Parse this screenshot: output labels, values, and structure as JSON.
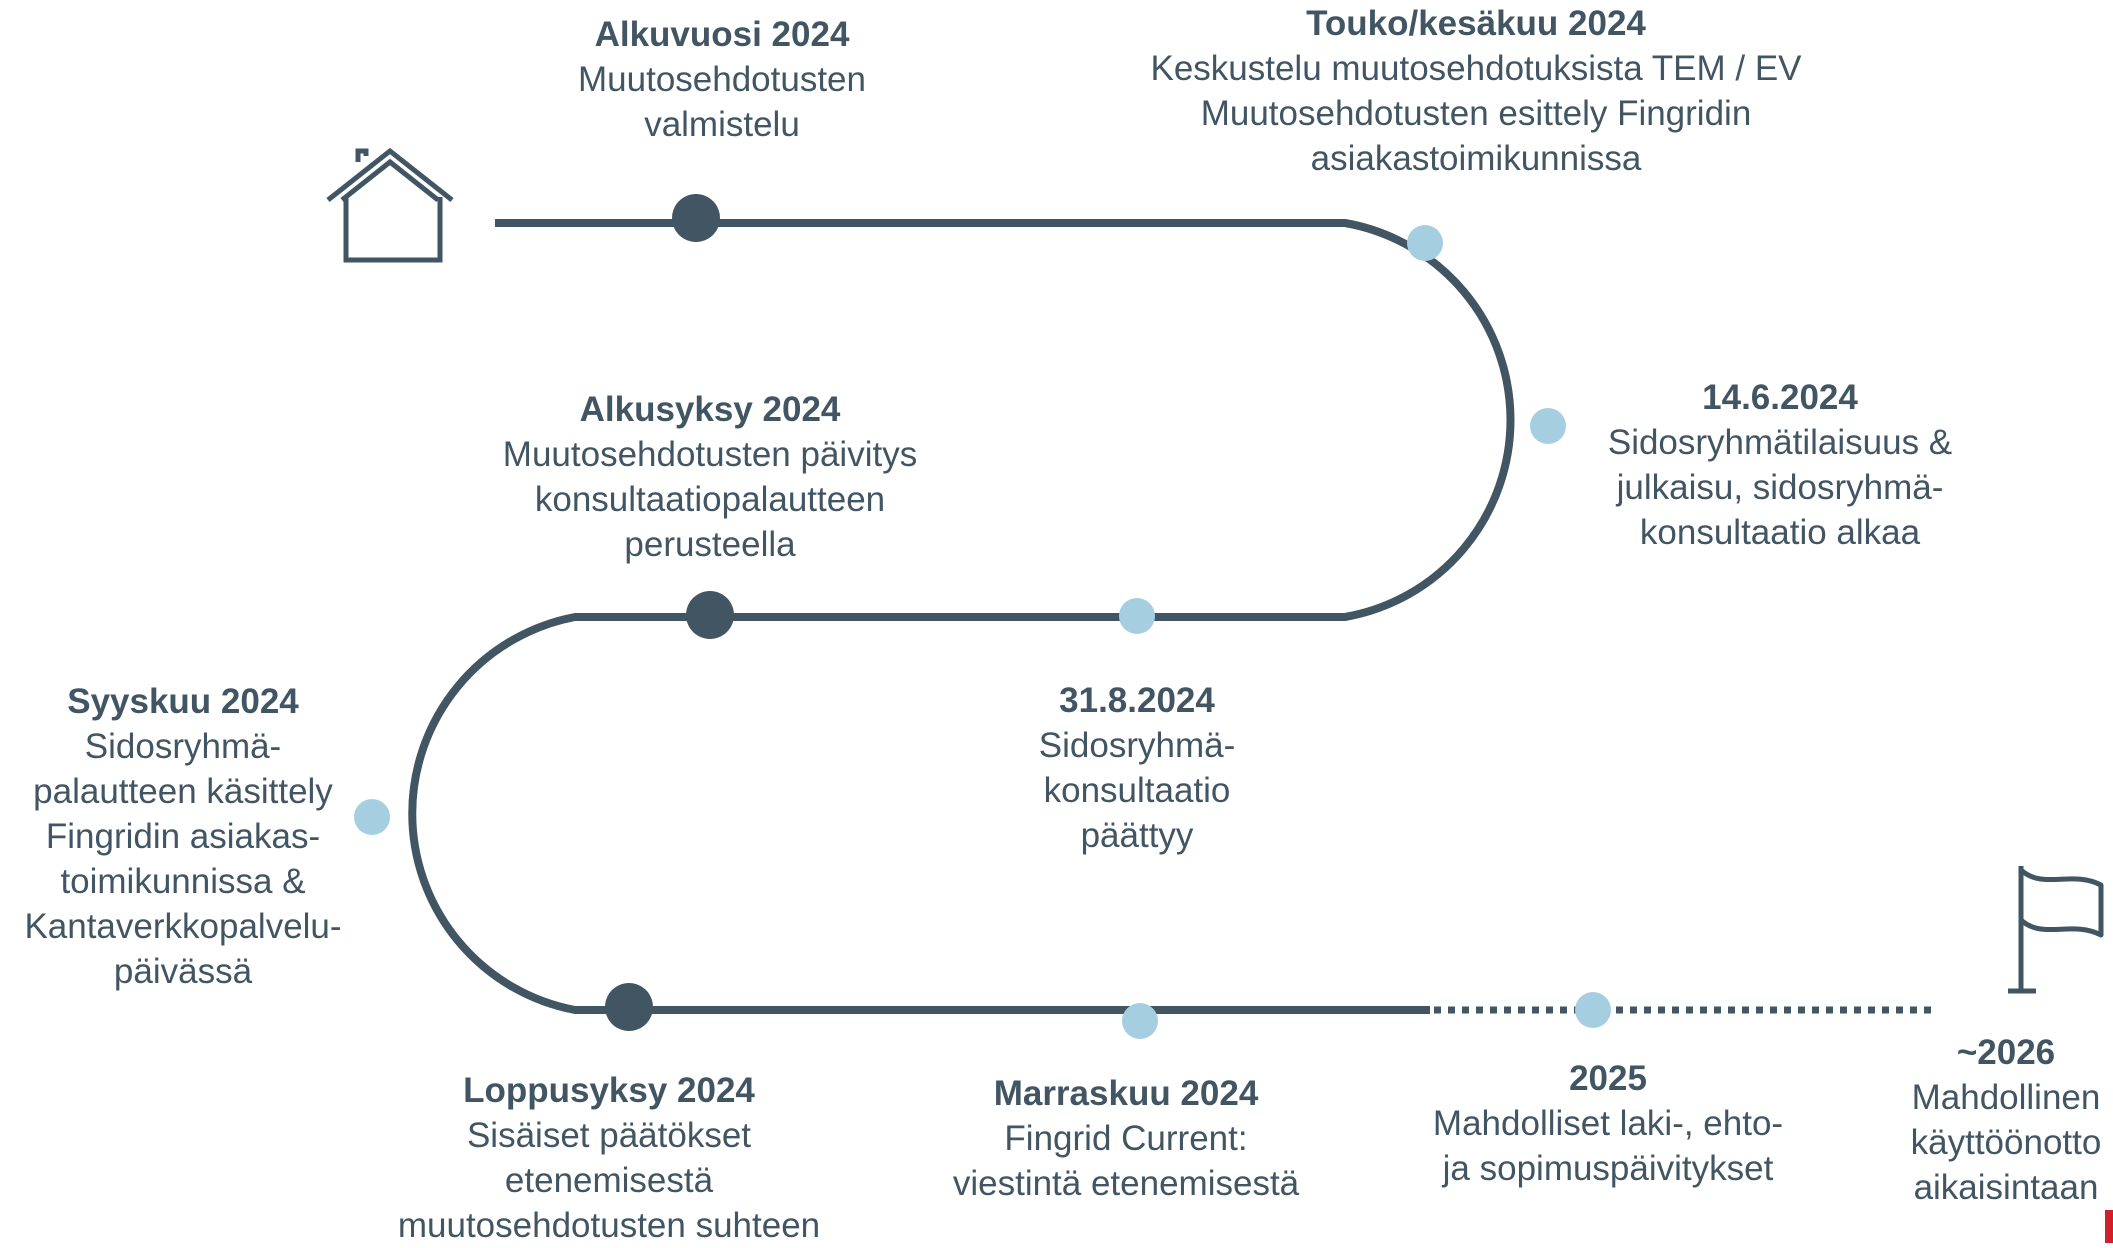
{
  "colors": {
    "road": "#425563",
    "text": "#425563",
    "major_dot": "#425563",
    "minor_dot": "#a5cfe0",
    "accent": "#d0202e"
  },
  "icons": {
    "start": "house-icon",
    "end": "flag-icon"
  },
  "milestones": [
    {
      "id": "alkuvuosi",
      "title": "Alkuvuosi 2024",
      "lines": [
        "Muutosehdotusten",
        "valmistelu"
      ]
    },
    {
      "id": "touko",
      "title": "Touko/kesäkuu 2024",
      "lines": [
        "Keskustelu muutosehdotuksista TEM / EV",
        "Muutosehdotusten esittely Fingridin",
        "asiakastoimikunnissa"
      ]
    },
    {
      "id": "kesakuu14",
      "title": "14.6.2024",
      "lines": [
        "Sidosryhmätilaisuus &",
        "julkaisu, sidosryhmä-",
        "konsultaatio alkaa"
      ]
    },
    {
      "id": "alkusyksy",
      "title": "Alkusyksy 2024",
      "lines": [
        "Muutosehdotusten päivitys",
        "konsultaatiopalautteen",
        "perusteella"
      ]
    },
    {
      "id": "elokuu31",
      "title": "31.8.2024",
      "lines": [
        "Sidosryhmä-",
        "konsultaatio",
        "päättyy"
      ]
    },
    {
      "id": "syyskuu",
      "title": "Syyskuu 2024",
      "lines": [
        "Sidosryhmä-",
        "palautteen käsittely",
        "Fingridin asiakas-",
        "toimikunnissa &",
        "Kantaverkkopalvelu-",
        "päivässä"
      ]
    },
    {
      "id": "loppusyksy",
      "title": "Loppusyksy 2024",
      "lines": [
        "Sisäiset päätökset",
        "etenemisestä",
        "muutosehdotusten suhteen"
      ]
    },
    {
      "id": "marraskuu",
      "title": "Marraskuu 2024",
      "lines": [
        "Fingrid Current:",
        "viestintä etenemisestä"
      ]
    },
    {
      "id": "v2025",
      "title": "2025",
      "lines": [
        "Mahdolliset laki-, ehto-",
        "ja sopimuspäivitykset"
      ]
    },
    {
      "id": "v2026",
      "title": "~2026",
      "lines": [
        "Mahdollinen",
        "käyttöönotto",
        "aikaisintaan"
      ]
    }
  ]
}
